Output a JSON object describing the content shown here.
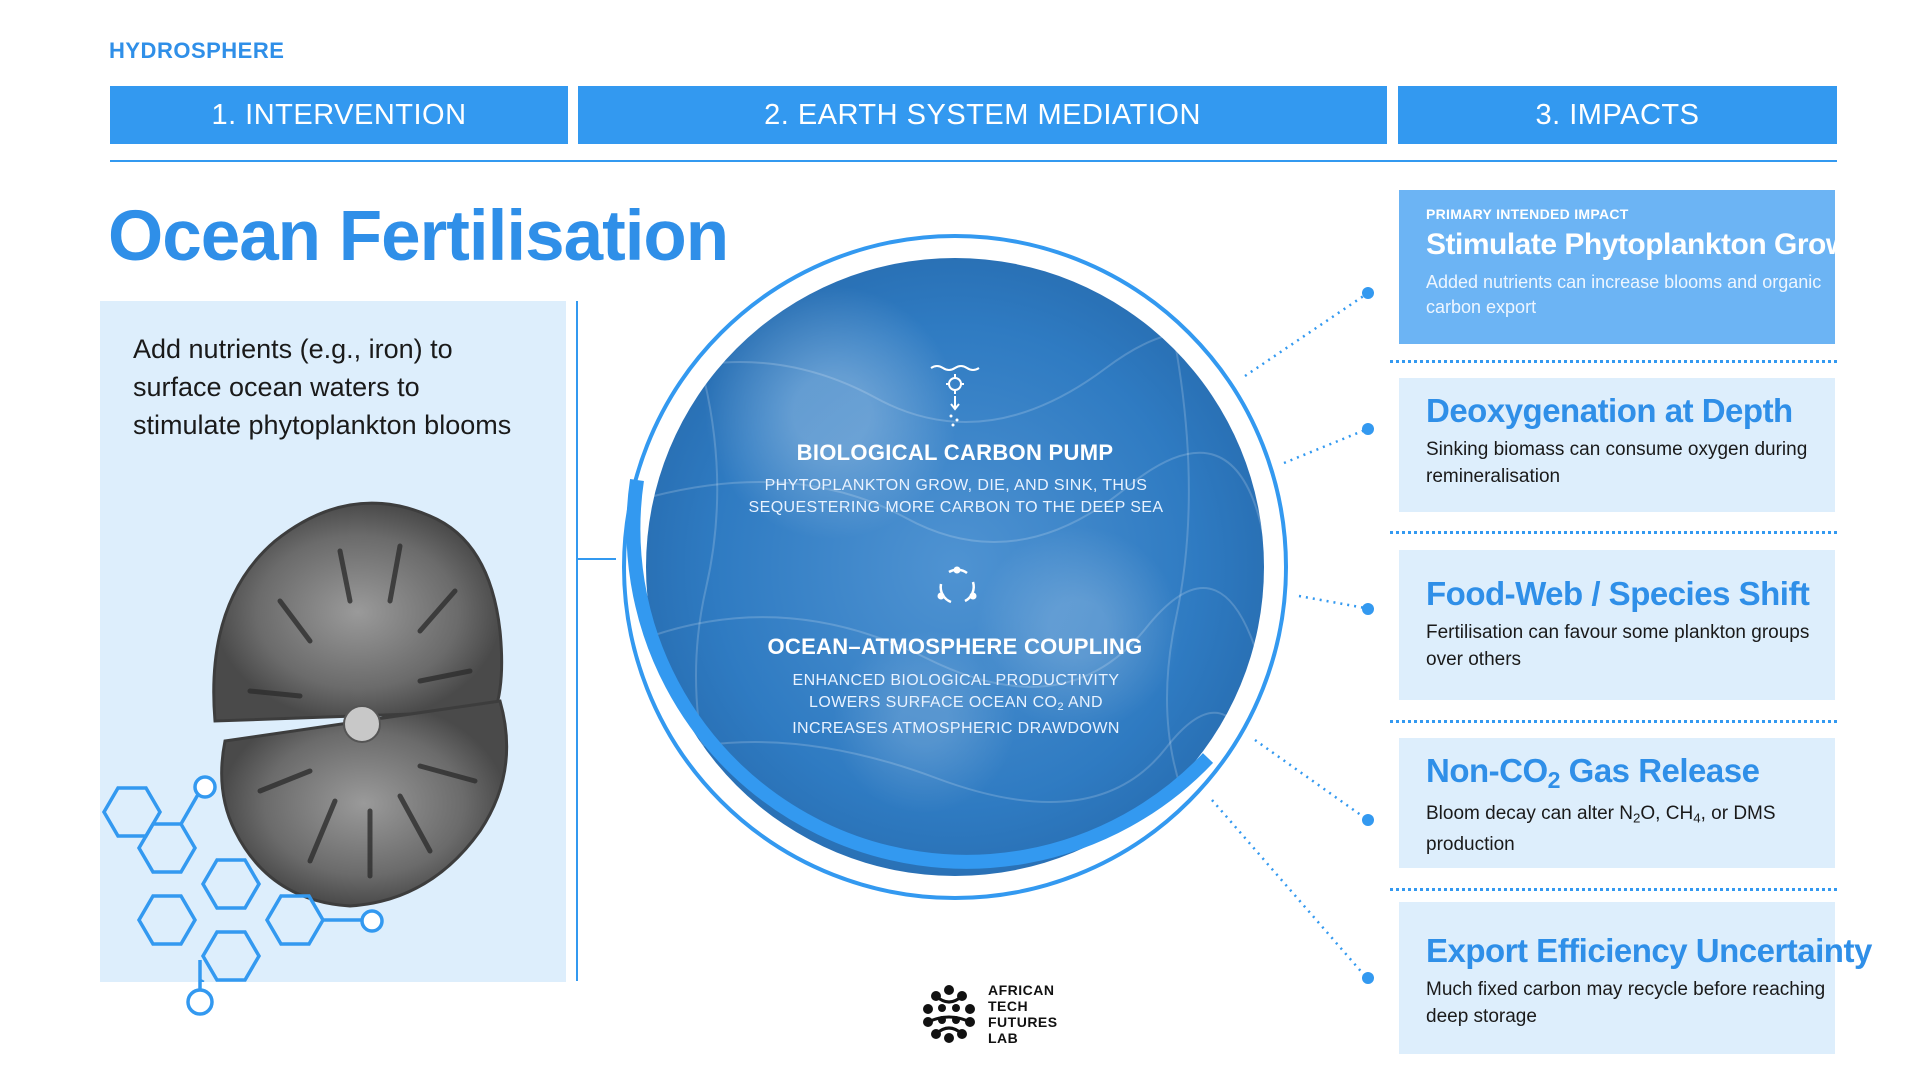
{
  "section_label": "HYDROSPHERE",
  "header": {
    "col1": "1. INTERVENTION",
    "col2": "2. EARTH SYSTEM MEDIATION",
    "col3": "3. IMPACTS"
  },
  "title": "Ocean Fertilisation",
  "intervention": {
    "description": "Add nutrients (e.g., iron) to surface ocean waters to stimulate phytoplankton blooms"
  },
  "mediation": {
    "pump": {
      "heading": "BIOLOGICAL CARBON PUMP",
      "body_line1": "PHYTOPLANKTON GROW, DIE, AND SINK, THUS",
      "body_line2": "SEQUESTERING MORE CARBON TO THE DEEP SEA"
    },
    "coupling": {
      "heading": "OCEAN–ATMOSPHERE COUPLING",
      "body_line1": "ENHANCED BIOLOGICAL PRODUCTIVITY",
      "body_line2_pre": "LOWERS SURFACE OCEAN CO",
      "body_line2_sub": "2",
      "body_line2_post": " AND",
      "body_line3": "INCREASES ATMOSPHERIC DRAWDOWN"
    }
  },
  "impacts": {
    "primary": {
      "kicker": "PRIMARY INTENDED IMPACT",
      "title": "Stimulate Phytoplankton Growth",
      "description": "Added nutrients can increase blooms and organic carbon export"
    },
    "deoxygenation": {
      "title": "Deoxygenation at Depth",
      "description": "Sinking biomass can consume oxygen during remineralisation"
    },
    "foodweb": {
      "title": "Food-Web / Species Shift",
      "description": "Fertilisation can favour some plankton groups over others"
    },
    "gas": {
      "title_pre": "Non-CO",
      "title_sub": "2",
      "title_post": " Gas Release",
      "desc_pre": "Bloom decay can alter N",
      "desc_sub1": "2",
      "desc_mid": "O, CH",
      "desc_sub2": "4",
      "desc_post": ", or DMS production"
    },
    "export": {
      "title": "Export Efficiency Uncertainty",
      "description": "Much fixed carbon may recycle before reaching deep storage"
    }
  },
  "logo": {
    "line1": "AFRICAN",
    "line2": "TECH",
    "line3": "FUTURES",
    "line4": "LAB"
  },
  "colors": {
    "accent": "#3399f0",
    "title": "#2f8fe8",
    "panel": "#ddeefc",
    "primary_box": "#6cb4f4"
  }
}
